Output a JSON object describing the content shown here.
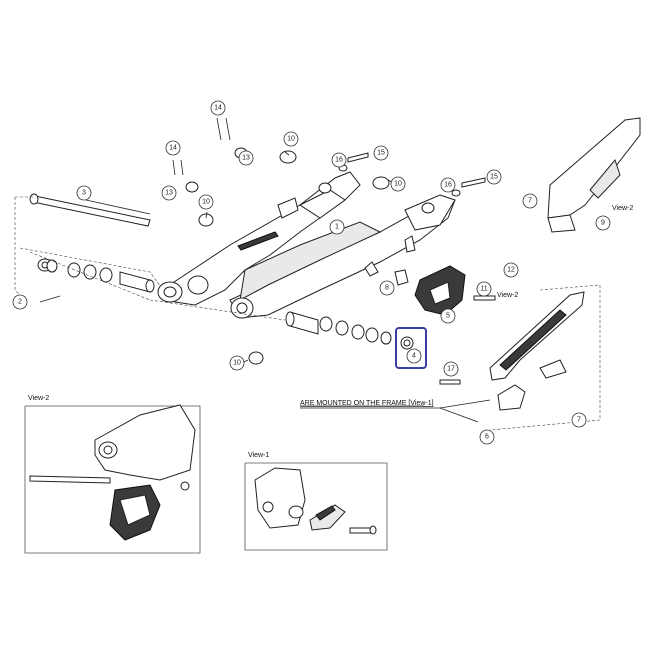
{
  "callouts": {
    "c1": "1",
    "c2": "2",
    "c3": "3",
    "c4": "4",
    "c5": "5",
    "c6": "6",
    "c7a": "7",
    "c7b": "7",
    "c8": "8",
    "c9": "9",
    "c10a": "10",
    "c10b": "10",
    "c10c": "10",
    "c10d": "10",
    "c11": "11",
    "c12": "12",
    "c13a": "13",
    "c13b": "13",
    "c14a": "14",
    "c14b": "14",
    "c15a": "15",
    "c15b": "15",
    "c16a": "16",
    "c16b": "16",
    "c17": "17"
  },
  "labels": {
    "view2_tag_chainguard": "View-2",
    "view2_tag_bolt": "View-2",
    "frame_note": "ARE MOUNTED ON THE FRAME [View-1]",
    "view2_title": "View-2",
    "view1_title": "View-1"
  },
  "highlight": {
    "part": "4",
    "color": "#3a3fa6"
  }
}
